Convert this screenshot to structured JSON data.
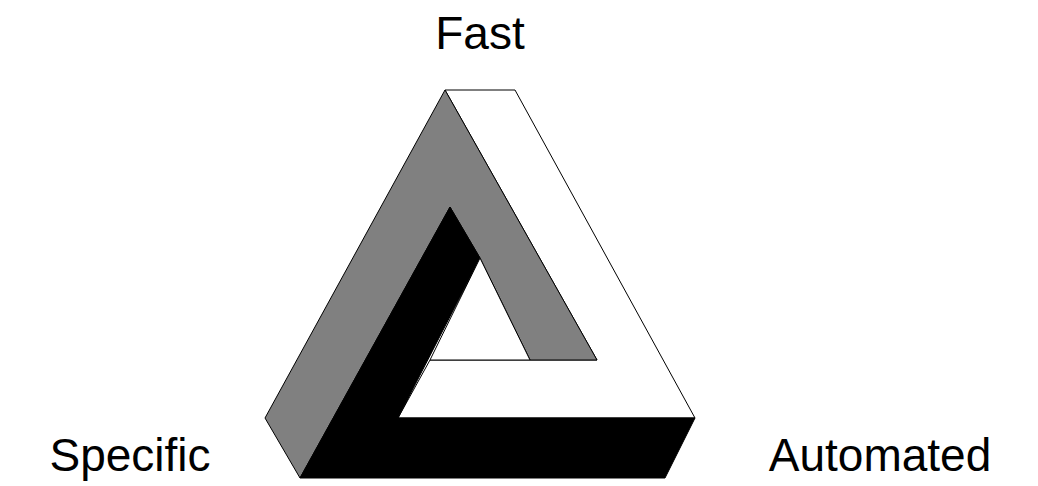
{
  "diagram": {
    "labels": [
      "Fast",
      "Specific",
      "Automated"
    ]
  }
}
